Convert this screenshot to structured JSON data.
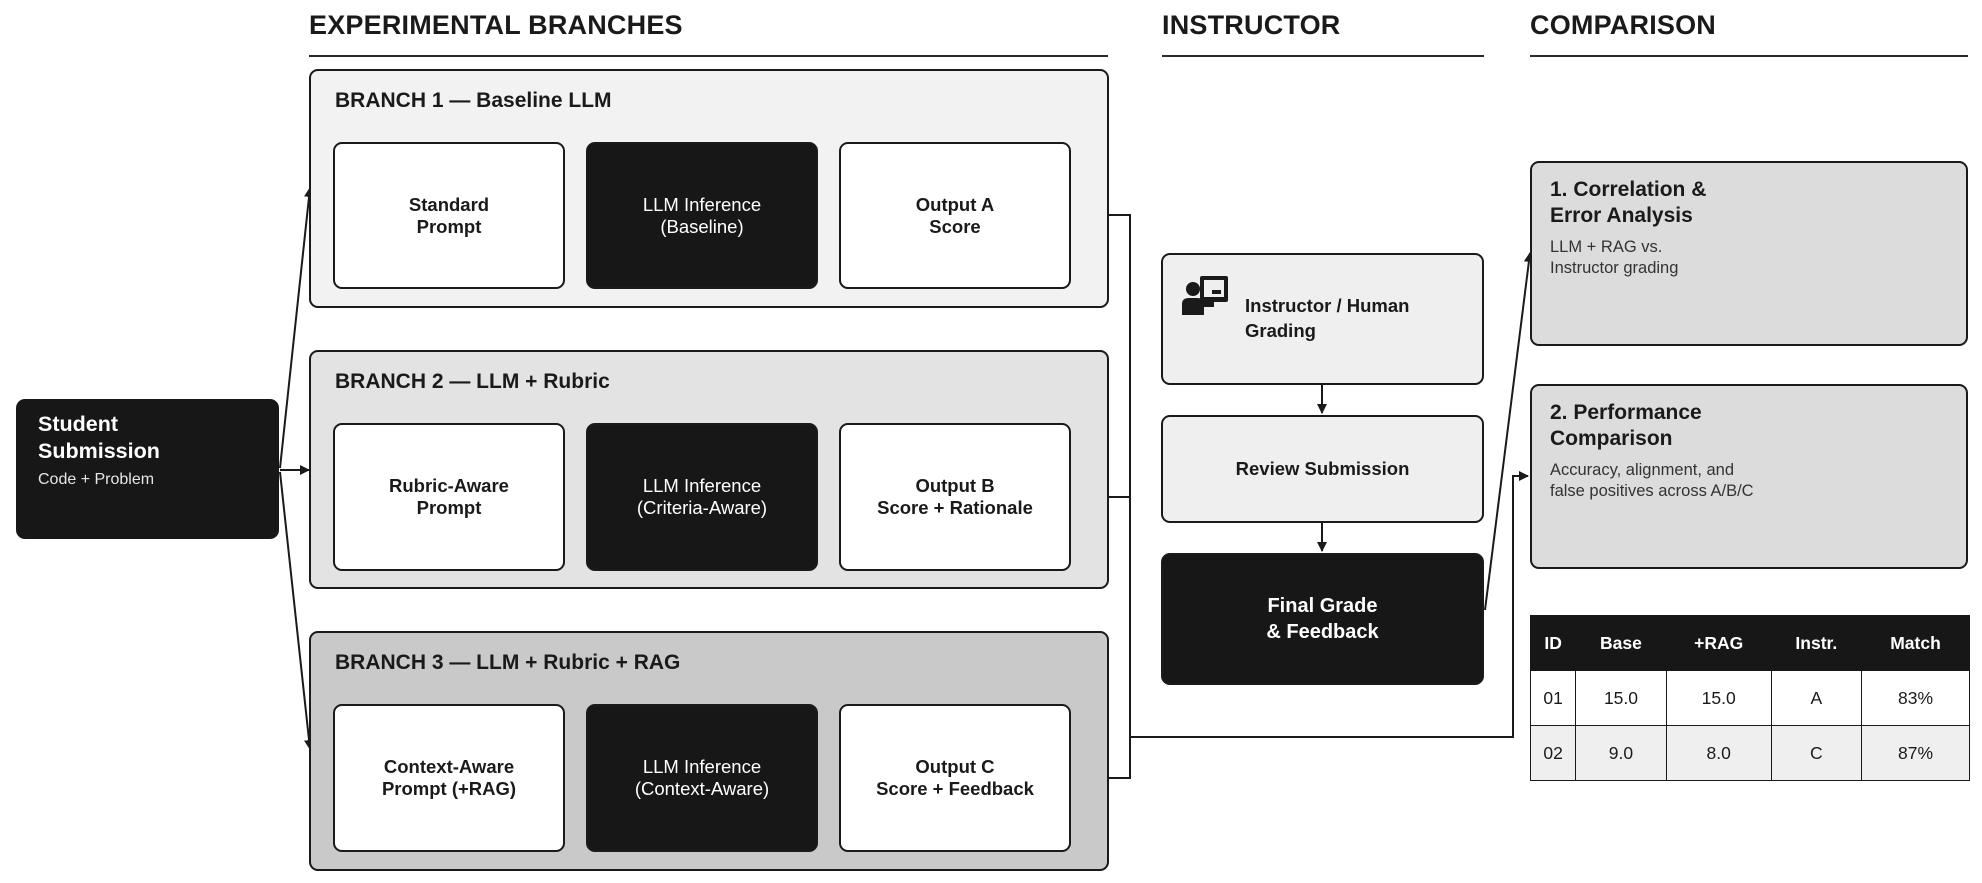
{
  "sections": {
    "branches": "EXPERIMENTAL BRANCHES",
    "instructor": "INSTRUCTOR",
    "comparison": "COMPARISON"
  },
  "student": {
    "title": "Student\nSubmission",
    "subtitle": "Code + Problem"
  },
  "branches": [
    {
      "title": "BRANCH 1 — Baseline LLM",
      "prompt": "Standard\nPrompt",
      "inference": "LLM Inference\n(Baseline)",
      "output": "Output A\nScore"
    },
    {
      "title": "BRANCH 2 — LLM + Rubric",
      "prompt": "Rubric-Aware\nPrompt",
      "inference": "LLM Inference\n(Criteria-Aware)",
      "output": "Output B\nScore + Rationale"
    },
    {
      "title": "BRANCH 3 — LLM + Rubric + RAG",
      "prompt": "Context-Aware\nPrompt (+RAG)",
      "inference": "LLM Inference\n(Context-Aware)",
      "output": "Output C\nScore + Feedback"
    }
  ],
  "instructor": {
    "icon": "instructor-icon",
    "grading": "Instructor / Human\nGrading",
    "review": "Review Submission",
    "final": "Final Grade\n& Feedback"
  },
  "comparison": {
    "items": [
      {
        "title": "1.  Correlation &\nError Analysis",
        "text": "LLM + RAG vs.\nInstructor grading"
      },
      {
        "title": "2.  Performance\nComparison",
        "text": "Accuracy, alignment, and\nfalse positives across A/B/C"
      }
    ],
    "table": {
      "headers": [
        "ID",
        "Base",
        "+RAG",
        "Instr.",
        "Match"
      ],
      "rows": [
        [
          "01",
          "15.0",
          "15.0",
          "A",
          "83%"
        ],
        [
          "02",
          "9.0",
          "8.0",
          "C",
          "87%"
        ]
      ]
    }
  },
  "colors": {
    "dark_fill": "#171717",
    "branch1_fill": "#f2f2f2",
    "branch2_fill": "#e3e3e3",
    "branch3_fill": "#c9c9c9",
    "comparison_fill": "#dcdcdc",
    "instructor_fill": "#efefef"
  }
}
